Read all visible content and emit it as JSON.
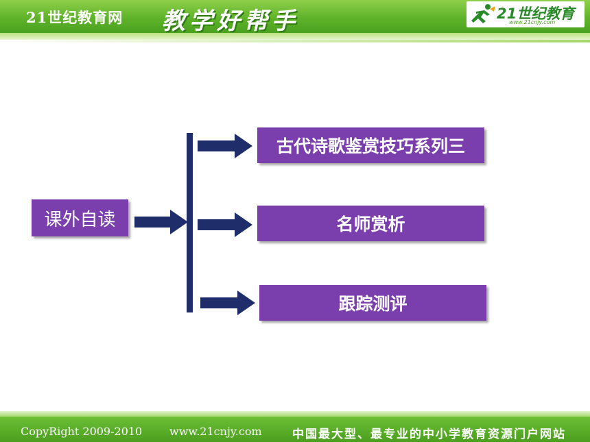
{
  "header": {
    "site_name": "21世纪教育网",
    "slogan": "教学好帮手",
    "logo_text": "21世纪教育",
    "logo_url": "www.21cnjy.com"
  },
  "diagram": {
    "source_label": "课外自读",
    "items": [
      {
        "label": "古代诗歌鉴赏技巧系列三"
      },
      {
        "label": "名师赏析"
      },
      {
        "label": "跟踪测评"
      }
    ]
  },
  "footer": {
    "copyright": "CopyRight 2009-2010",
    "url": "www.21cnjy.com",
    "slogan": "中国最大型、最专业的中小学教育资源门户网站"
  },
  "colors": {
    "box": "#7a3fad",
    "arrow": "#1f2d6b",
    "header_green": "#5fb32a"
  }
}
